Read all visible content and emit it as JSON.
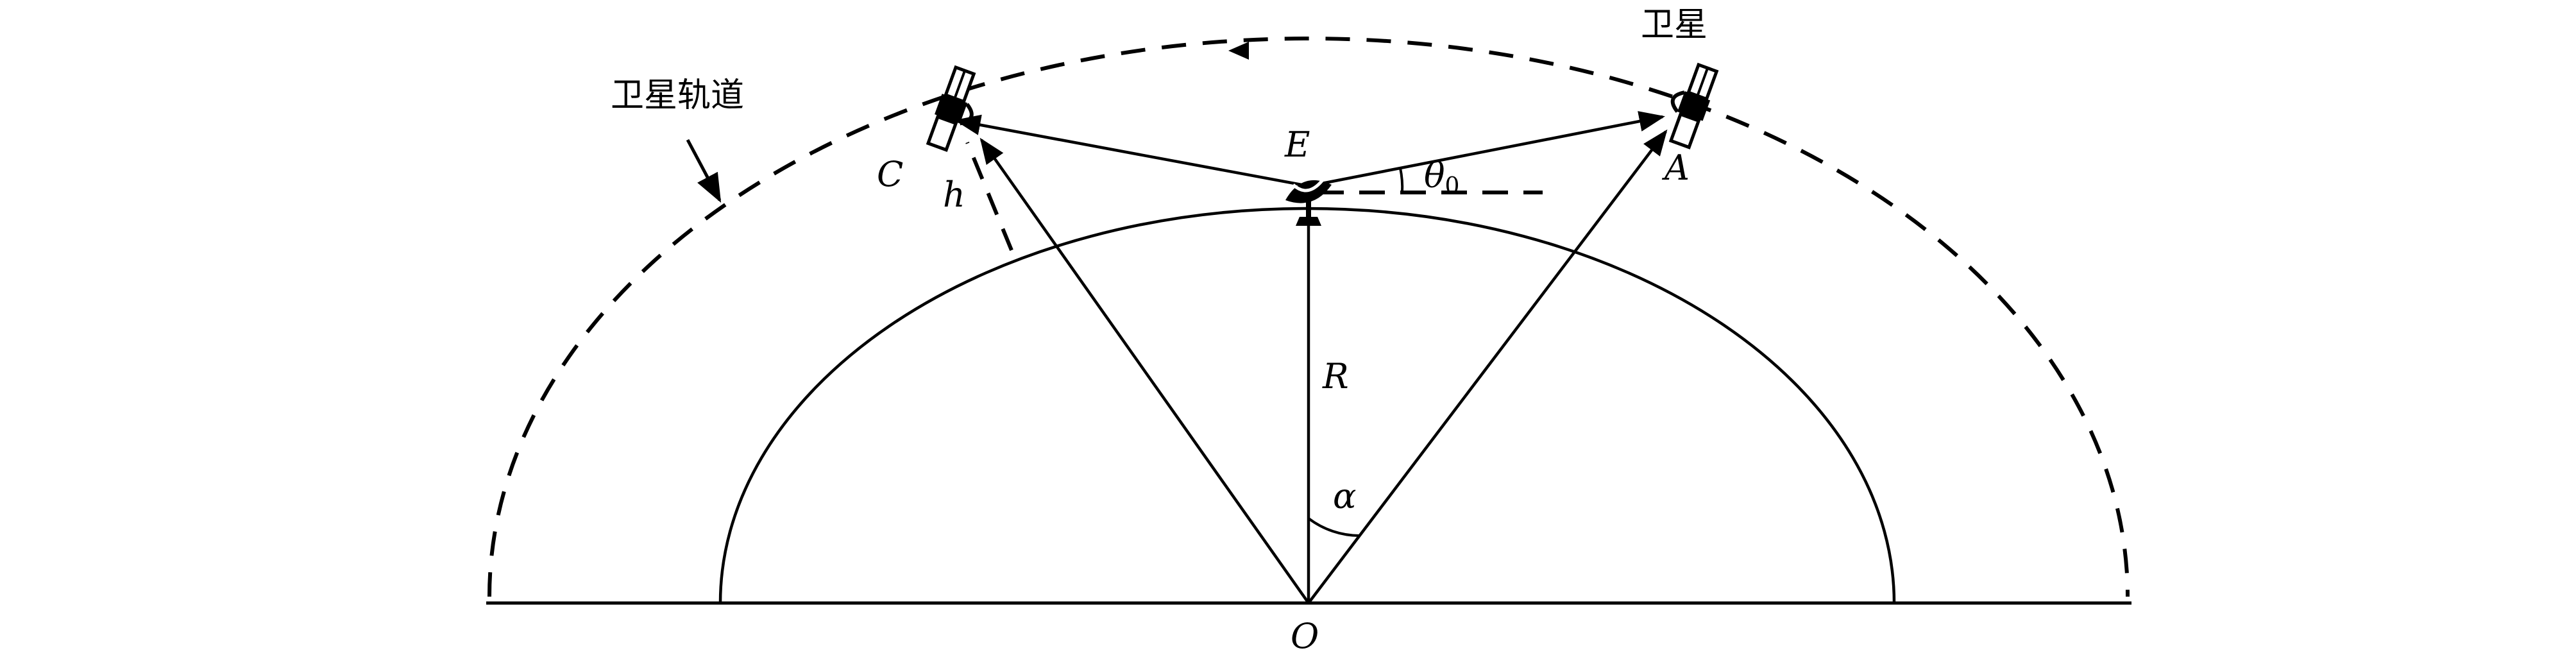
{
  "labels": {
    "orbit": "卫星轨道",
    "satellite": "卫星",
    "point_c": "C",
    "point_a": "A",
    "point_e": "E",
    "point_o": "O",
    "height": "h",
    "radius": "R",
    "alpha": "α",
    "theta": "θ",
    "theta_sub": "0"
  },
  "colors": {
    "stroke": "#000000",
    "background": "#ffffff"
  },
  "icons": {
    "satellite": "satellite-icon",
    "ground_station": "dish-antenna-icon"
  }
}
